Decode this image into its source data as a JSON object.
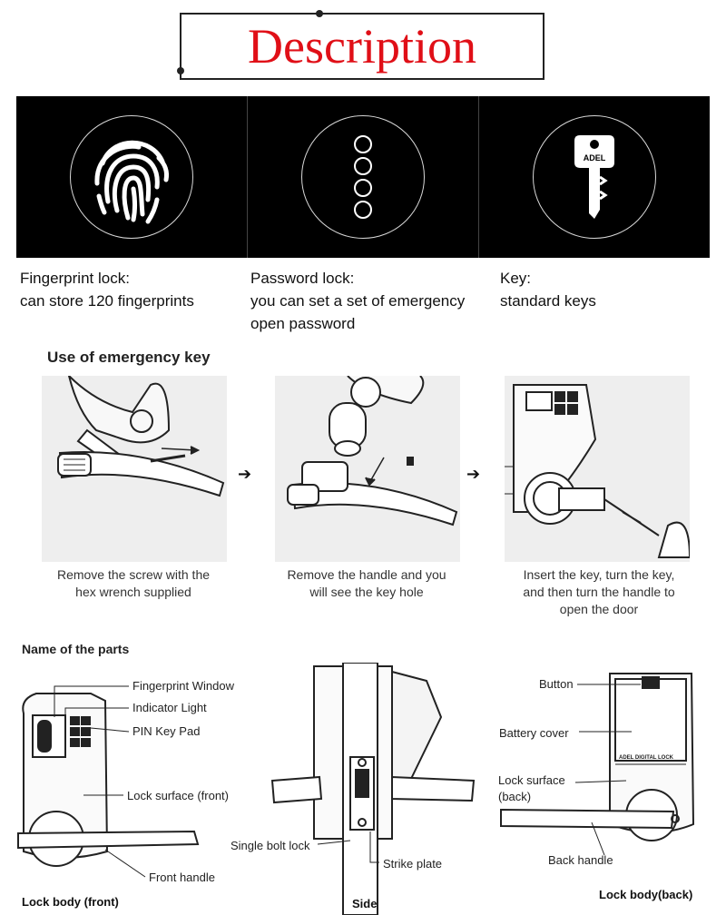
{
  "title": "Description",
  "features": [
    {
      "icon": "fingerprint-icon",
      "line1": "Fingerprint lock:",
      "line2": "can store 120 fingerprints",
      "line3": ""
    },
    {
      "icon": "password-dots-icon",
      "line1": "Password lock:",
      "line2": "you can set a set of emergency",
      "line3": "open password"
    },
    {
      "icon": "key-icon",
      "line1": "Key:",
      "line2": "standard keys",
      "line3": "",
      "key_brand": "ADEL"
    }
  ],
  "emergency": {
    "heading": "Use of emergency key",
    "steps": [
      {
        "line1": "Remove the screw with the",
        "line2": "hex wrench supplied",
        "line3": ""
      },
      {
        "line1": "Remove the handle and you",
        "line2": "will see the key hole",
        "line3": ""
      },
      {
        "line1": "Insert the key, turn the key,",
        "line2": "and then turn the handle to",
        "line3": "open the door"
      }
    ]
  },
  "parts": {
    "heading": "Name of the parts",
    "front_labels": [
      "Fingerprint Window",
      "Indicator Light",
      "PIN Key Pad",
      "Lock surface (front)",
      "Front handle"
    ],
    "front_caption": "Lock body (front)",
    "side_labels": [
      "Single bolt lock",
      "Strike plate"
    ],
    "side_caption": "Side",
    "back_labels": [
      "Button",
      "Battery cover",
      "Lock surface",
      "(back)",
      "Back handle"
    ],
    "back_caption": "Lock body(back)",
    "back_brand": "ADEL DIGITAL LOCK"
  },
  "colors": {
    "title_red": "#e00f17",
    "band": "#000000",
    "step_bg": "#eeeeee"
  }
}
